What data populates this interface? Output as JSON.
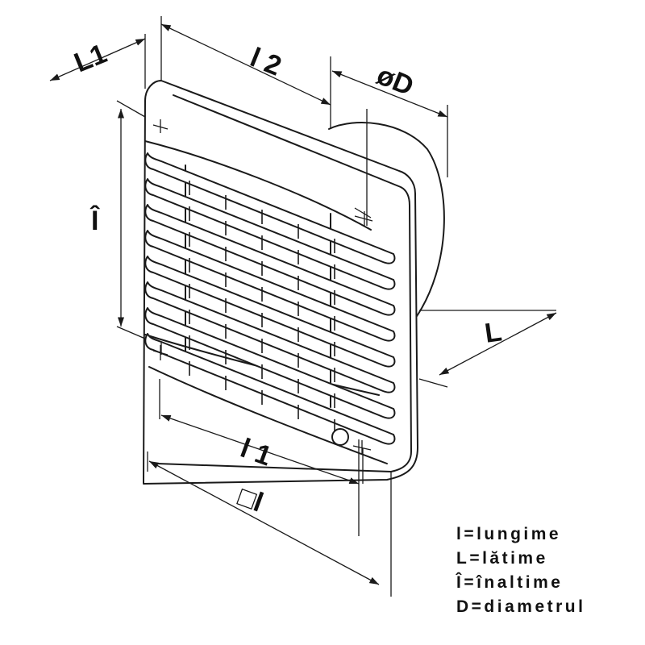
{
  "dimensions": {
    "l1_outer": "L1",
    "l2": "l 2",
    "diameter": "øD",
    "height": "Î",
    "depth": "L",
    "l1_lower": "l 1",
    "square_l": "□l"
  },
  "legend": [
    {
      "text": "l=lungime"
    },
    {
      "text": "L=lătime"
    },
    {
      "text": "Î=înaltime"
    },
    {
      "text": "D=diametrul"
    }
  ],
  "colors": {
    "line": "#1a1a1a",
    "background": "#ffffff"
  }
}
